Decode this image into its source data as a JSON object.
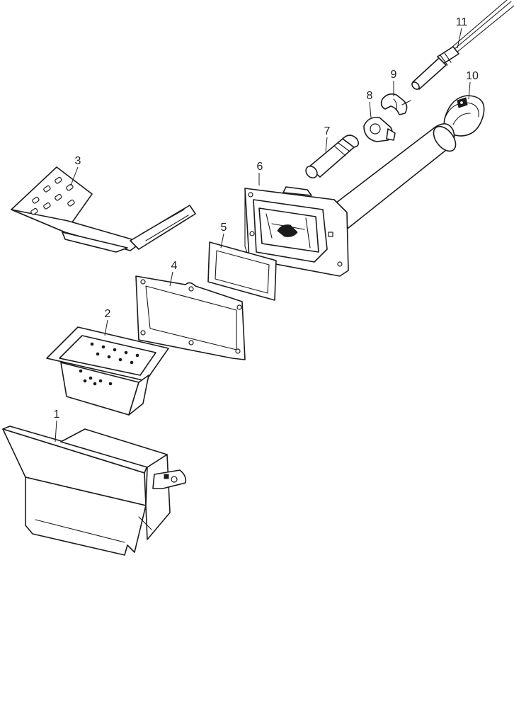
{
  "diagram": {
    "type": "exploded-parts-view",
    "callouts": [
      {
        "id": "1",
        "label": "1"
      },
      {
        "id": "2",
        "label": "2"
      },
      {
        "id": "3",
        "label": "3"
      },
      {
        "id": "4",
        "label": "4"
      },
      {
        "id": "5",
        "label": "5"
      },
      {
        "id": "6",
        "label": "6"
      },
      {
        "id": "7",
        "label": "7"
      },
      {
        "id": "8",
        "label": "8"
      },
      {
        "id": "9",
        "label": "9"
      },
      {
        "id": "10",
        "label": "10"
      },
      {
        "id": "11",
        "label": "11"
      }
    ]
  }
}
